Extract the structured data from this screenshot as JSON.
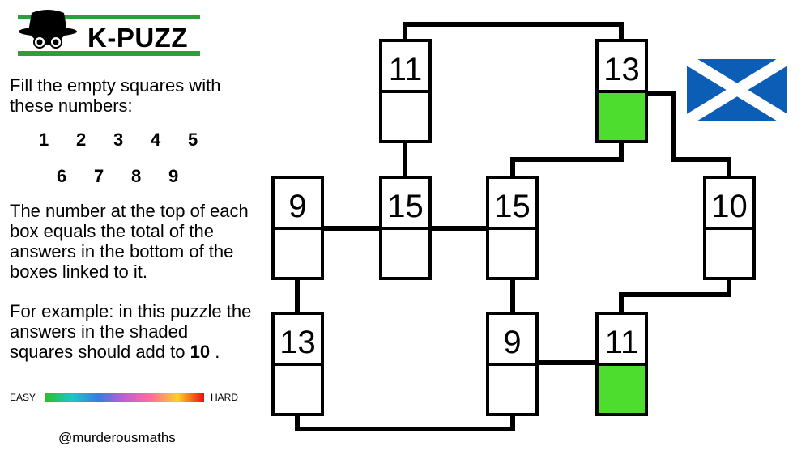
{
  "logo": {
    "title": "K-PUZZ",
    "icon": "spy-face-icon",
    "bar_color": "#2e9e3a"
  },
  "instructions": {
    "line1": "Fill the empty squares with these numbers:",
    "numbers_row1": [
      "1",
      "2",
      "3",
      "4",
      "5"
    ],
    "numbers_row2": [
      "6",
      "7",
      "8",
      "9"
    ],
    "rule": "The number at the top of each box equals the total of the answers in the bottom of the boxes linked to it.",
    "example_prefix": "For example: in this puzzle the answers in the shaded squares should add to ",
    "example_value": "10",
    "example_suffix": "."
  },
  "difficulty": {
    "easy_label": "EASY",
    "hard_label": "HARD"
  },
  "handle": "@murderousmaths",
  "flag": {
    "icon": "scotland-flag-icon",
    "field_color": "#0b5db5",
    "cross_color": "#ffffff"
  },
  "puzzle": {
    "shaded_color": "#4cdd2f",
    "boxes": [
      {
        "id": "b11a",
        "top": "11",
        "shaded": false
      },
      {
        "id": "b13a",
        "top": "13",
        "shaded": true
      },
      {
        "id": "b9a",
        "top": "9",
        "shaded": false
      },
      {
        "id": "b15a",
        "top": "15",
        "shaded": false
      },
      {
        "id": "b15b",
        "top": "15",
        "shaded": false
      },
      {
        "id": "b10",
        "top": "10",
        "shaded": false
      },
      {
        "id": "b13b",
        "top": "13",
        "shaded": false
      },
      {
        "id": "b9b",
        "top": "9",
        "shaded": false
      },
      {
        "id": "b11b",
        "top": "11",
        "shaded": true
      }
    ]
  }
}
